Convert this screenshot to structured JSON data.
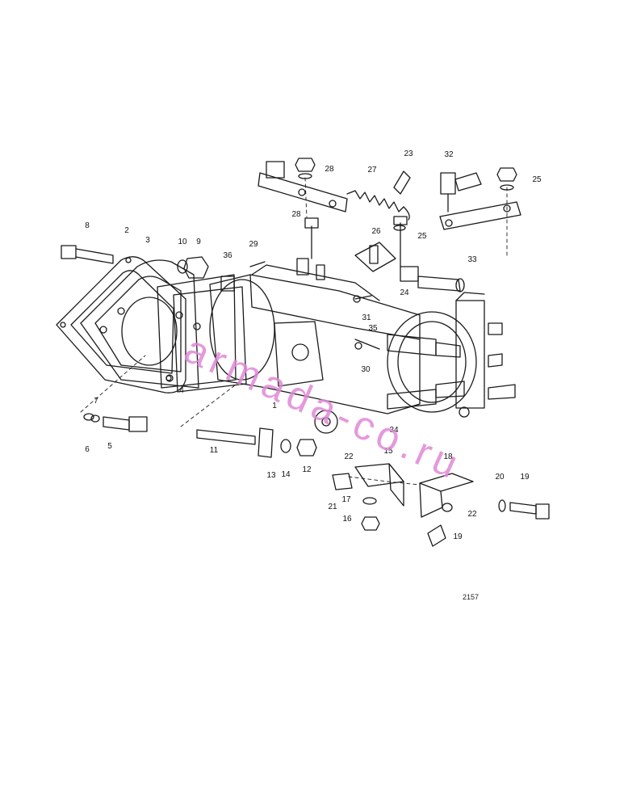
{
  "diagram": {
    "figure_number": "2157",
    "watermark": "armada-co.ru",
    "colors": {
      "line": "#1a1a1a",
      "watermark": "#e089d6",
      "background": "#ffffff"
    },
    "callouts": [
      "1",
      "2",
      "3",
      "4",
      "5",
      "6",
      "7",
      "8",
      "9",
      "10",
      "11",
      "12",
      "13",
      "14",
      "15",
      "16",
      "17",
      "18",
      "19",
      "19",
      "20",
      "21",
      "22",
      "22",
      "23",
      "24",
      "25",
      "25",
      "26",
      "27",
      "28",
      "28",
      "29",
      "30",
      "31",
      "32",
      "33",
      "34",
      "35",
      "36"
    ]
  }
}
